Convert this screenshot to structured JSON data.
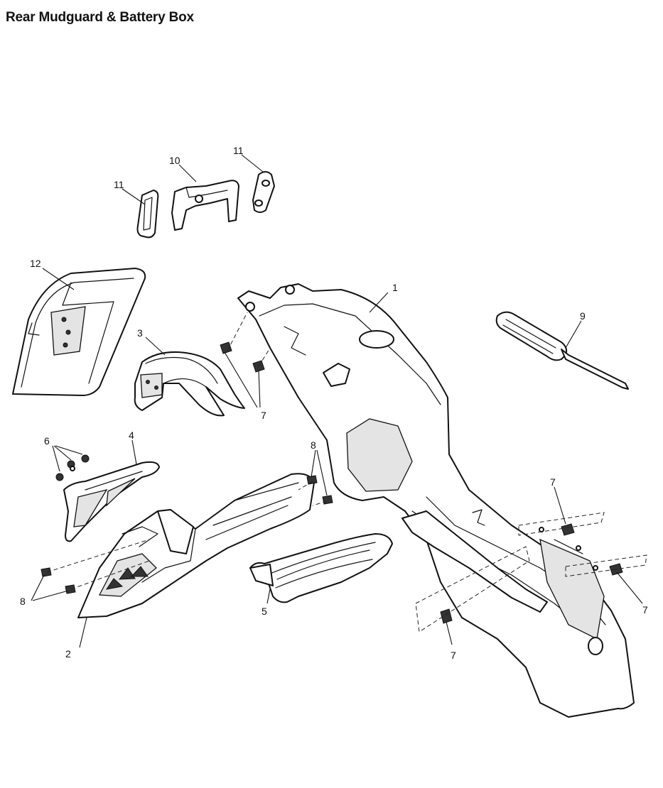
{
  "title": "Rear Mudguard & Battery Box",
  "callouts": [
    {
      "id": "c1",
      "label": "1"
    },
    {
      "id": "c2",
      "label": "2"
    },
    {
      "id": "c3",
      "label": "3"
    },
    {
      "id": "c4",
      "label": "4"
    },
    {
      "id": "c5",
      "label": "5"
    },
    {
      "id": "c6",
      "label": "6"
    },
    {
      "id": "c7a",
      "label": "7"
    },
    {
      "id": "c7b",
      "label": "7"
    },
    {
      "id": "c7c",
      "label": "7"
    },
    {
      "id": "c7d",
      "label": "7"
    },
    {
      "id": "c8a",
      "label": "8"
    },
    {
      "id": "c8b",
      "label": "8"
    },
    {
      "id": "c9",
      "label": "9"
    },
    {
      "id": "c10",
      "label": "10"
    },
    {
      "id": "c11a",
      "label": "11"
    },
    {
      "id": "c11b",
      "label": "11"
    },
    {
      "id": "c12",
      "label": "12"
    }
  ]
}
